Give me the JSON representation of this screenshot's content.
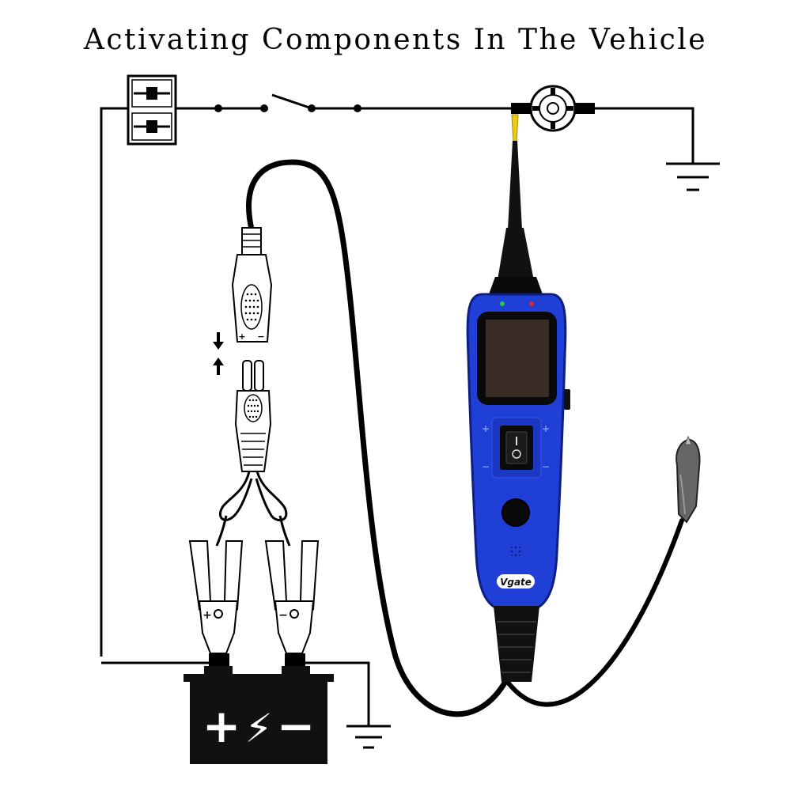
{
  "title": "Activating Components In The Vehicle",
  "device": {
    "brand": "Vgate",
    "body_color": "#1f3fd6",
    "screen_color": "#3a2d25",
    "led_left_color": "#22cc44",
    "led_right_color": "#dd2222",
    "panel_plus_label": "+",
    "panel_minus_label": "−",
    "rocker_label": "I O"
  },
  "connector": {
    "plus_label": "+",
    "minus_label": "−",
    "mate_direction_icons": [
      "arrow-down-icon",
      "arrow-up-icon"
    ]
  },
  "clamps": {
    "positive_label": "+",
    "negative_label": "−"
  },
  "battery": {
    "symbols": [
      "+",
      "⚡",
      "−"
    ],
    "color": "#111111"
  },
  "probe_tip_color": "#e8cc1a",
  "wire_color": "#000000",
  "icons": [
    "fuse-icon",
    "switch-icon",
    "lamp-icon",
    "ground-icon",
    "battery-icon",
    "alligator-clip-icon",
    "probe-tip-icon",
    "power-cable-connector-icon"
  ]
}
